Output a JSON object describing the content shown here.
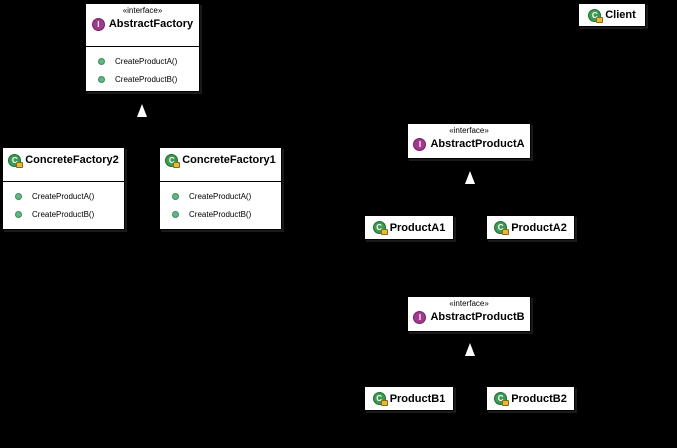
{
  "diagram": {
    "classes": {
      "abstract_factory": {
        "stereotype": "«interface»",
        "name": "AbstractFactory",
        "kind": "interface",
        "icon_letter": "I",
        "operations": [
          "CreateProductA()",
          "CreateProductB()"
        ]
      },
      "client": {
        "name": "Client",
        "kind": "concrete",
        "icon_letter": "C"
      },
      "concrete_factory2": {
        "name": "ConcreteFactory2",
        "kind": "concrete",
        "icon_letter": "C",
        "operations": [
          "CreateProductA()",
          "CreateProductB()"
        ]
      },
      "concrete_factory1": {
        "name": "ConcreteFactory1",
        "kind": "concrete",
        "icon_letter": "C",
        "operations": [
          "CreateProductA()",
          "CreateProductB()"
        ]
      },
      "abstract_product_a": {
        "stereotype": "«interface»",
        "name": "AbstractProductA",
        "kind": "interface",
        "icon_letter": "I"
      },
      "product_a1": {
        "name": "ProductA1",
        "kind": "concrete",
        "icon_letter": "C"
      },
      "product_a2": {
        "name": "ProductA2",
        "kind": "concrete",
        "icon_letter": "C"
      },
      "abstract_product_b": {
        "stereotype": "«interface»",
        "name": "AbstractProductB",
        "kind": "interface",
        "icon_letter": "I"
      },
      "product_b1": {
        "name": "ProductB1",
        "kind": "concrete",
        "icon_letter": "C"
      },
      "product_b2": {
        "name": "ProductB2",
        "kind": "concrete",
        "icon_letter": "C"
      }
    },
    "icons": {
      "interface": "interface-icon",
      "concrete": "class-icon",
      "operation": "public-operation-icon",
      "inheritance": "inheritance-arrow-icon"
    },
    "colors": {
      "background": "#000000",
      "class_fill": "#ffffff",
      "interface_icon": "#a03a8e",
      "class_icon": "#3c9c52",
      "operation_dot": "#5fb884"
    }
  }
}
